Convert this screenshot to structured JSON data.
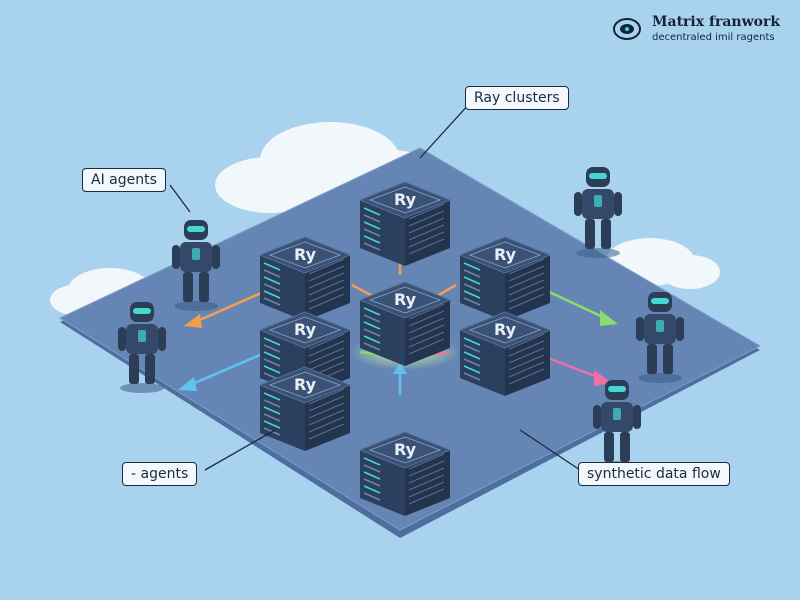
{
  "brand": {
    "title": "Matrix franwork",
    "subtitle": "decentraled imil ragents",
    "icon": "network-logo-icon"
  },
  "labels": {
    "ray_clusters": "Ray clusters",
    "ai_agents": "AI agents",
    "agents": "- agents",
    "synthetic_data_flow": "synthetic data flow"
  },
  "cluster_labels": [
    "Ry",
    "Ry",
    "Ry",
    "Ry",
    "Ry",
    "Ry",
    "Ry",
    "Ry"
  ],
  "colors": {
    "background": "#a9d2ee",
    "platform": "#5f7fae",
    "server": "#2f4566",
    "accent_cyan": "#44d7d3",
    "flow_orange": "#f4a04a",
    "flow_green": "#8bdc6a",
    "flow_pink": "#f06fa7",
    "flow_blue": "#5fc3f2"
  }
}
